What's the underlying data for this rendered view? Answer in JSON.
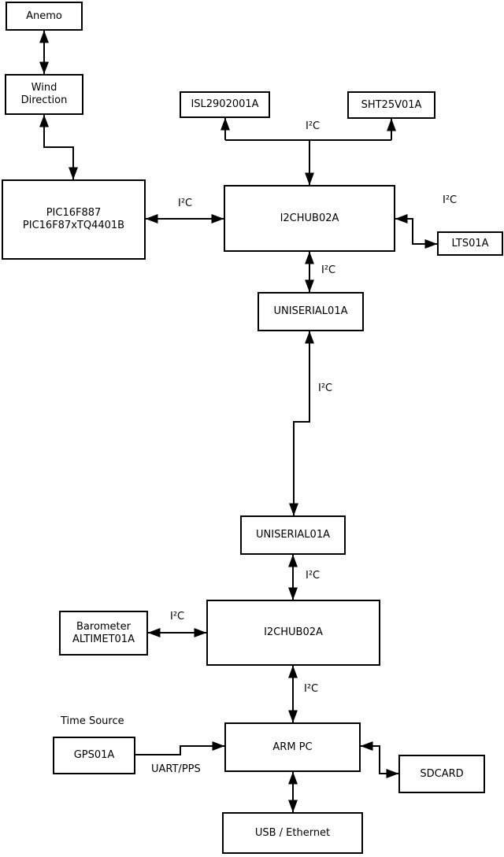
{
  "nodes": {
    "anemo": {
      "label": "Anemo"
    },
    "wind_direction": {
      "line1": "Wind",
      "line2": "Direction"
    },
    "pic": {
      "line1": "PIC16F887",
      "line2": "PIC16F87xTQ4401B"
    },
    "isl": {
      "label": "ISL2902001A"
    },
    "sht": {
      "label": "SHT25V01A"
    },
    "i2chub_top": {
      "label": "I2CHUB02A"
    },
    "lts": {
      "label": "LTS01A"
    },
    "uniserial_top": {
      "label": "UNISERIAL01A"
    },
    "uniserial_bottom": {
      "label": "UNISERIAL01A"
    },
    "i2chub_bottom": {
      "label": "I2CHUB02A"
    },
    "barometer": {
      "line1": "Barometer",
      "line2": "ALTIMET01A"
    },
    "gps": {
      "label": "GPS01A"
    },
    "arm_pc": {
      "label": "ARM PC"
    },
    "sdcard": {
      "label": "SDCARD"
    },
    "usb_ethernet": {
      "label": "USB / Ethernet"
    }
  },
  "labels": {
    "i2c": "I²C",
    "uart_pps": "UART/PPS",
    "time_source": "Time Source"
  },
  "colors": {
    "line": "#000000",
    "background": "#ffffff",
    "text": "#000000"
  }
}
